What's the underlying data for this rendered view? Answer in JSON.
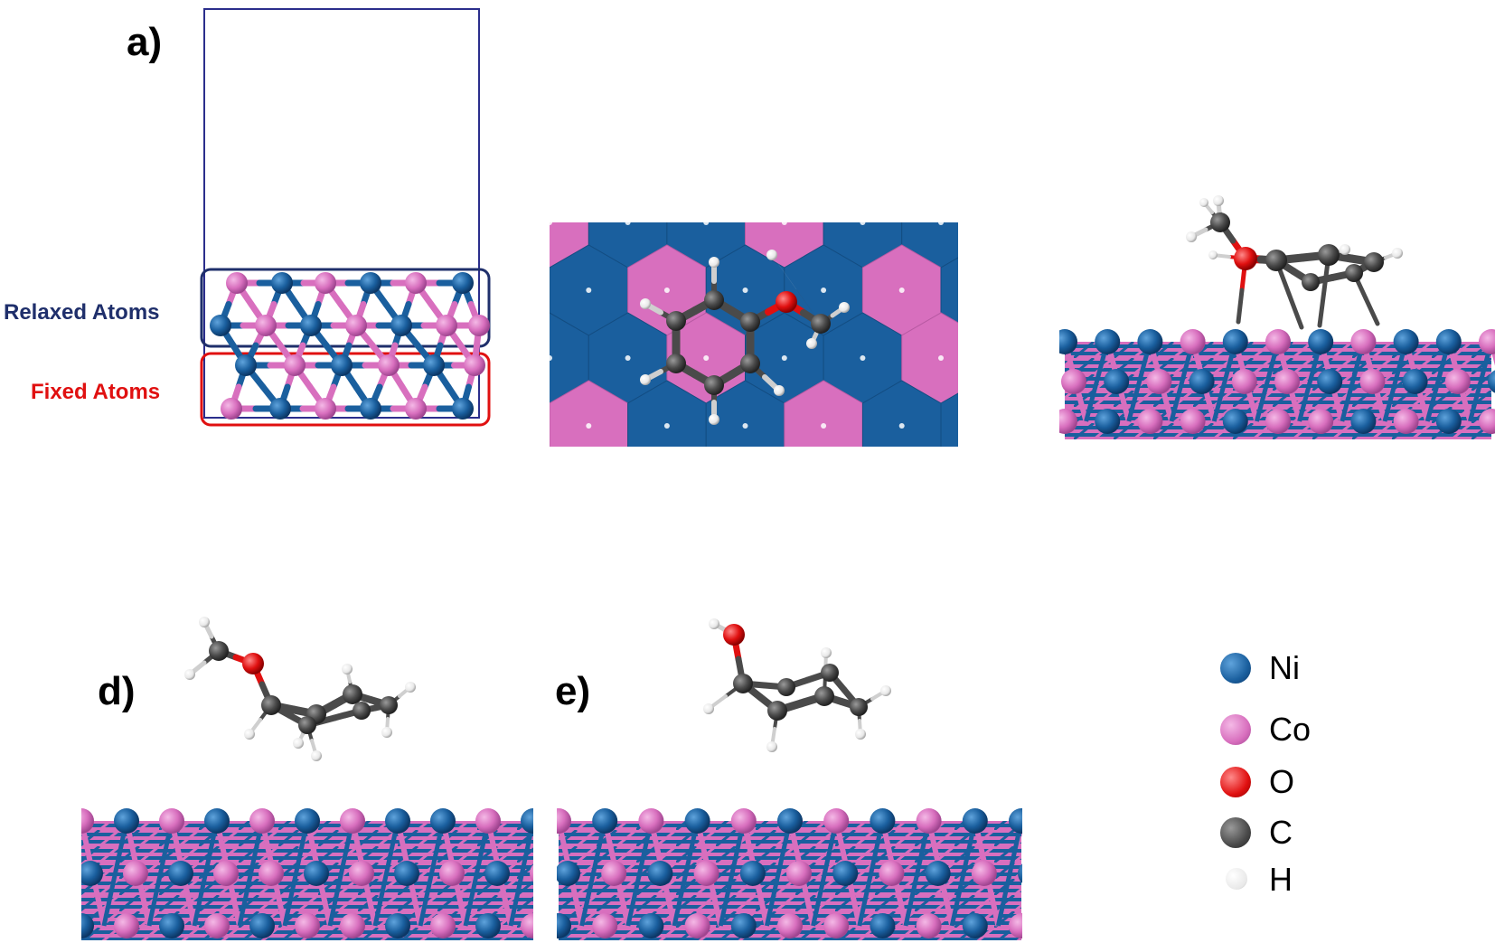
{
  "panels": {
    "a": {
      "label": "a)"
    },
    "d": {
      "label": "d)"
    },
    "e": {
      "label": "e)"
    }
  },
  "regions": {
    "relaxed": {
      "label": "Relaxed Atoms",
      "color": "#1f2f6b"
    },
    "fixed": {
      "label": "Fixed Atoms",
      "color": "#e0101e"
    }
  },
  "legend": [
    {
      "symbol": "Ni",
      "color": "#1a5f9e"
    },
    {
      "symbol": "Co",
      "color": "#d86fbe"
    },
    {
      "symbol": "O",
      "color": "#e01010"
    },
    {
      "symbol": "C",
      "color": "#4a4a4a"
    },
    {
      "symbol": "H",
      "color": "#f2f2f2"
    }
  ],
  "colors": {
    "ni": "#1a5f9e",
    "co": "#d86fbe",
    "o": "#e01010",
    "c": "#4a4a4a",
    "h": "#f2f2f2",
    "cell_outline": "#2b2e8c"
  }
}
